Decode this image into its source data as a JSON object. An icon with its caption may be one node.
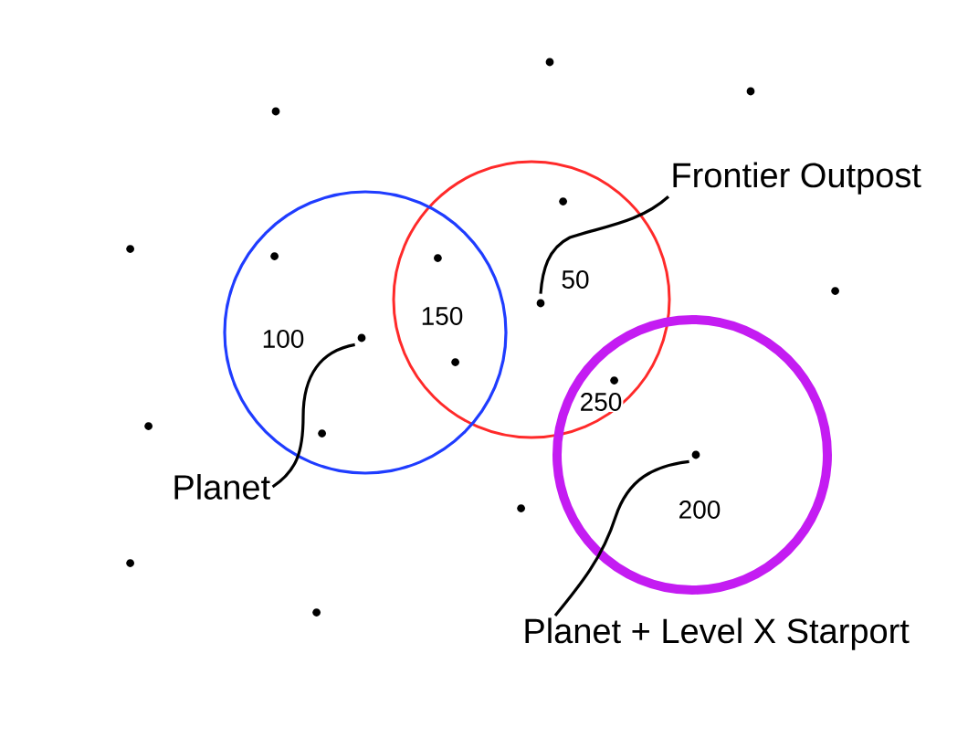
{
  "diagram": {
    "nodes": [
      {
        "text": [
          "50"
        ]
      },
      {
        "text": [],
        "shape": "circle",
        "in": 0
      },
      {
        "text": [
          "Frontier Outpost"
        ]
      },
      {
        "text": [
          "100"
        ]
      },
      {
        "text": [],
        "shape": "circle",
        "in": 3
      },
      {
        "text": [
          "200"
        ]
      },
      {
        "text": [],
        "shape": "circle",
        "in": 5
      },
      {
        "text": [
          "Planet"
        ]
      },
      {
        "text": [
          "Planet + Level X Starport"
        ]
      }
    ],
    "edges": [
      {
        "from": 2,
        "to": 1,
        "arrow": "none"
      },
      {
        "from": 7,
        "to": 4,
        "arrow": "none"
      },
      {
        "from": 8,
        "to": 6,
        "arrow": "none"
      }
    ],
    "labels": [
      "150",
      "250"
    ]
  }
}
